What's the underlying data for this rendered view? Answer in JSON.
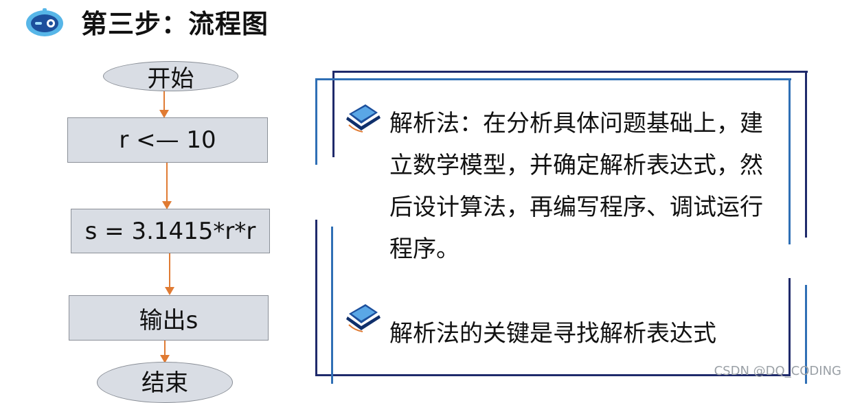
{
  "header": {
    "title": "第三步：流程图",
    "logo_icon": "robot-head-icon"
  },
  "flowchart": {
    "start": "开始",
    "assign_r": "r <— 10",
    "compute_s": "s = 3.1415*r*r",
    "output": "输出s",
    "end": "结束"
  },
  "panel": {
    "bullet_icon": "laptop-icon",
    "point1": "解析法：在分析具体问题基础上，建立数学模型，并确定解析表达式，然后设计算法，再编写程序、调试运行程序。",
    "point2": "解析法的关键是寻找解析表达式"
  },
  "watermark": "CSDN @DQ_CODING",
  "colors": {
    "node_fill": "#d9dde4",
    "arrow": "#e07b33",
    "frame_dark": "#1f2a6b",
    "frame_blue": "#2f6fb5"
  }
}
